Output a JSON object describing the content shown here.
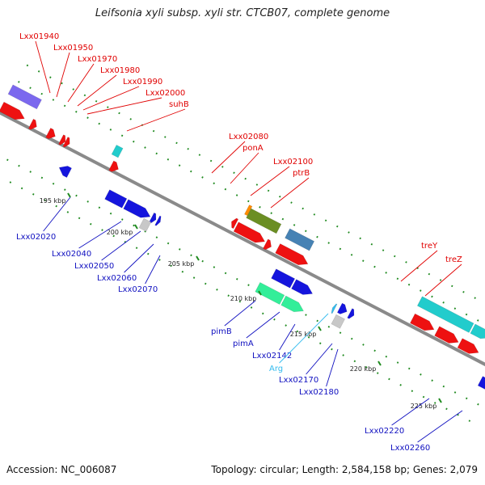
{
  "title": "Leifsonia xyli subsp. xyli str. CTCB07, complete genome",
  "footer": {
    "accession": "Accession: NC_006087",
    "summary": "Topology: circular; Length: 2,584,158 bp; Genes: 2,079"
  },
  "colors": {
    "backbone": "#8a8a8a",
    "tick": "#1f8a1f",
    "label_top": "#e00000",
    "label_bottom": "#1010c0",
    "label_rna": "#33bbee",
    "red": "#ee1111",
    "blue": "#1515dd",
    "cyan": "#22cccc",
    "olive": "#6b8e23",
    "orange": "#ff8c00",
    "steel": "#4682b4",
    "purple": "#7b68ee",
    "mint": "#33ee99",
    "silver": "#c8c8c8",
    "skyblue": "#33bbee"
  },
  "scale_labels": [
    "195 kbp",
    "200 kbp",
    "205 kbp",
    "210 kbp",
    "215 kbp",
    "220 kbp",
    "225 kbp"
  ],
  "top_labels": [
    "Lxx01940",
    "Lxx01950",
    "Lxx01970",
    "Lxx01980",
    "Lxx01990",
    "Lxx02000",
    "suhB",
    "Lxx02080",
    "ponA",
    "Lxx02100",
    "ptrB",
    "treY",
    "treZ"
  ],
  "bottom_labels": [
    "Lxx02020",
    "Lxx02040",
    "Lxx02050",
    "Lxx02060",
    "Lxx02070",
    "pimB",
    "pimA",
    "Lxx02142",
    "Arg",
    "Lxx02170",
    "Lxx02180",
    "Lxx02220",
    "Lxx02260"
  ]
}
